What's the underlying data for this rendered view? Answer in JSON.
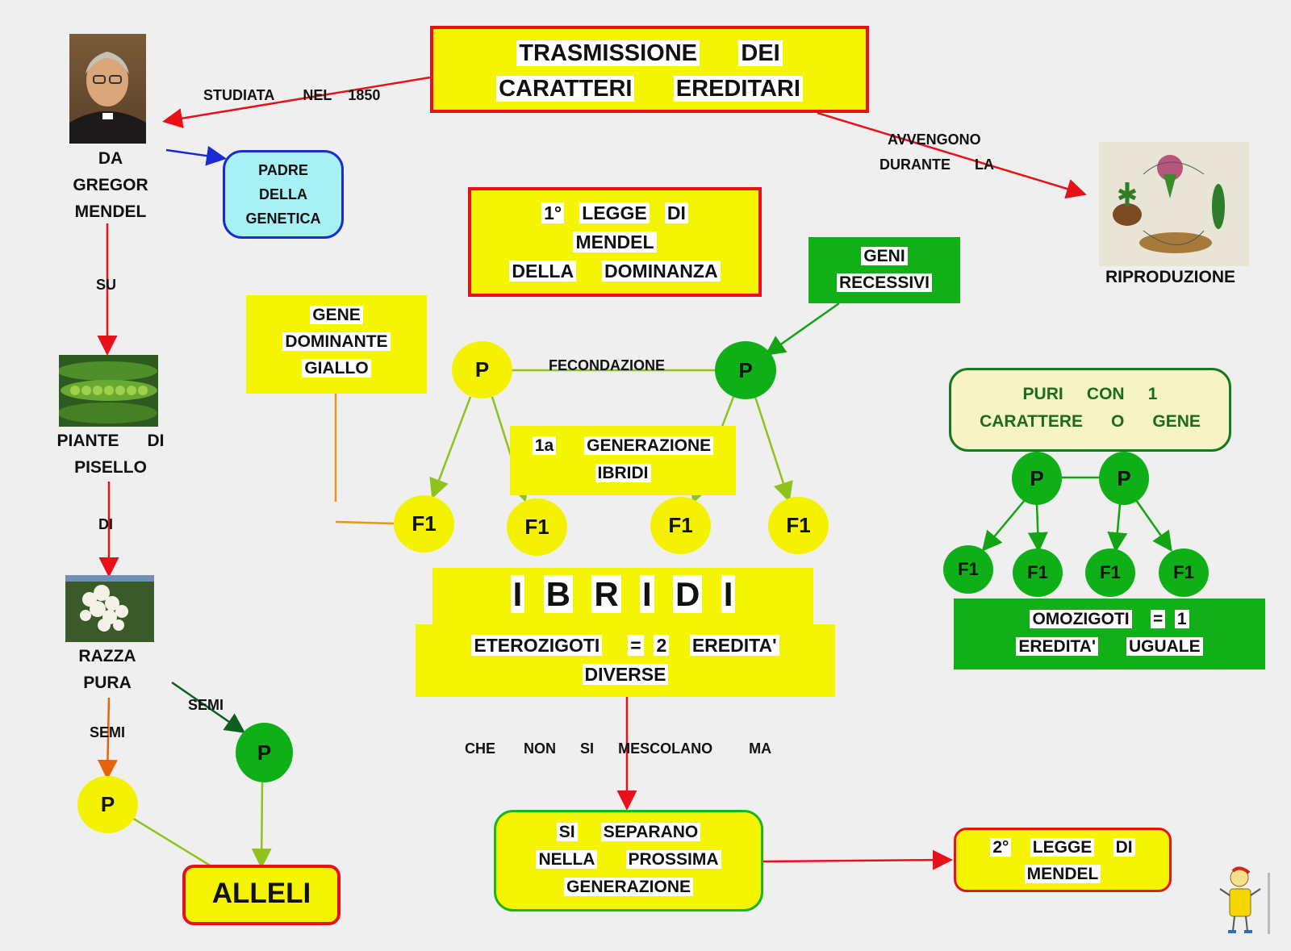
{
  "title": {
    "line1": [
      "TRASMISSIONE",
      "DEI"
    ],
    "line2": [
      "CARATTERI",
      "EREDITARI"
    ]
  },
  "mendel": {
    "name": [
      "DA",
      "GREGOR",
      "MENDEL"
    ],
    "studied": [
      "STUDIATA",
      "NEL",
      "1850"
    ]
  },
  "padre": [
    "PADRE",
    "DELLA",
    "GENETICA"
  ],
  "riproduzione": {
    "connector": [
      "AVVENGONO",
      "DURANTE",
      "LA"
    ],
    "label": "RIPRODUZIONE"
  },
  "left_chain": {
    "su": "SU",
    "piante": [
      "PIANTE",
      "DI",
      "PISELLO"
    ],
    "di": "DI",
    "razza": [
      "RAZZA",
      "PURA"
    ],
    "semi_left": "SEMI",
    "semi_right": "SEMI",
    "p_yellow": "P",
    "p_green": "P",
    "alleli": "ALLELI"
  },
  "legge1": {
    "line1": [
      "1°",
      "LEGGE",
      "DI"
    ],
    "line2": "MENDEL",
    "line3": [
      "DELLA",
      "DOMINANZA"
    ]
  },
  "gene_dominante": [
    "GENE",
    "DOMINANTE",
    "GIALLO"
  ],
  "geni_recessivi": [
    "GENI",
    "RECESSIVI"
  ],
  "cross": {
    "p1": "P",
    "p2": "P",
    "fecondazione": "FECONDAZIONE",
    "f1": [
      "F1",
      "F1",
      "F1",
      "F1"
    ]
  },
  "generazione": {
    "line1": [
      "1a",
      "GENERAZIONE"
    ],
    "line2": "IBRIDI"
  },
  "ibridi": {
    "title": [
      "I",
      "B",
      "R",
      "I",
      "D",
      "I"
    ],
    "line1": [
      "ETEROZIGOTI",
      "=",
      "2",
      "EREDITA'"
    ],
    "line2": "DIVERSE"
  },
  "connector_text": [
    "CHE",
    "NON",
    "SI",
    "MESCOLANO",
    "MA"
  ],
  "separano": {
    "line1": [
      "SI",
      "SEPARANO"
    ],
    "line2": [
      "NELLA",
      "PROSSIMA"
    ],
    "line3": "GENERAZIONE"
  },
  "legge2": {
    "line1": [
      "2°",
      "LEGGE",
      "DI"
    ],
    "line2": "MENDEL"
  },
  "puri": {
    "line1": [
      "PURI",
      "CON",
      "1"
    ],
    "line2": [
      "CARATTERE",
      "O",
      "GENE"
    ]
  },
  "right_cross": {
    "p1": "P",
    "p2": "P",
    "f1": [
      "F1",
      "F1",
      "F1",
      "F1"
    ]
  },
  "omozigoti": {
    "line1": [
      "OMOZIGOTI",
      "=",
      "1"
    ],
    "line2": [
      "EREDITA'",
      "UGUALE"
    ]
  },
  "colors": {
    "yellow": "#f5f500",
    "green": "#12b018",
    "red": "#e8111a",
    "blue": "#1a2bd6",
    "orange": "#e07b00"
  }
}
